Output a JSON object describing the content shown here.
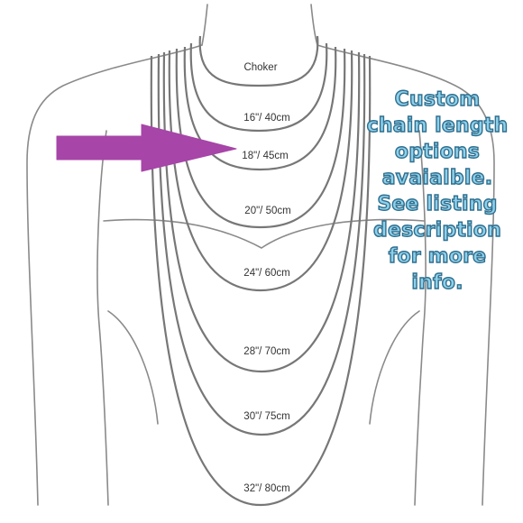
{
  "necklace_lengths": [
    {
      "label": "Choker"
    },
    {
      "label": "16\"/ 40cm"
    },
    {
      "label": "18\"/ 45cm",
      "highlighted": true
    },
    {
      "label": "20\"/ 50cm"
    },
    {
      "label": "24\"/ 60cm"
    },
    {
      "label": "28\"/ 70cm"
    },
    {
      "label": "30\"/ 75cm"
    },
    {
      "label": "32\"/ 80cm"
    }
  ],
  "callout": {
    "lines": [
      "Custom",
      "chain length",
      "options",
      "avaialble.",
      "See listing",
      "description",
      "for more",
      "info."
    ]
  },
  "colors": {
    "arrow": "#a745a8",
    "callout_fill": "#8fd0ea",
    "callout_outline": "#2f6f8f",
    "outline": "#8a8a8a",
    "chain": "#777777"
  }
}
